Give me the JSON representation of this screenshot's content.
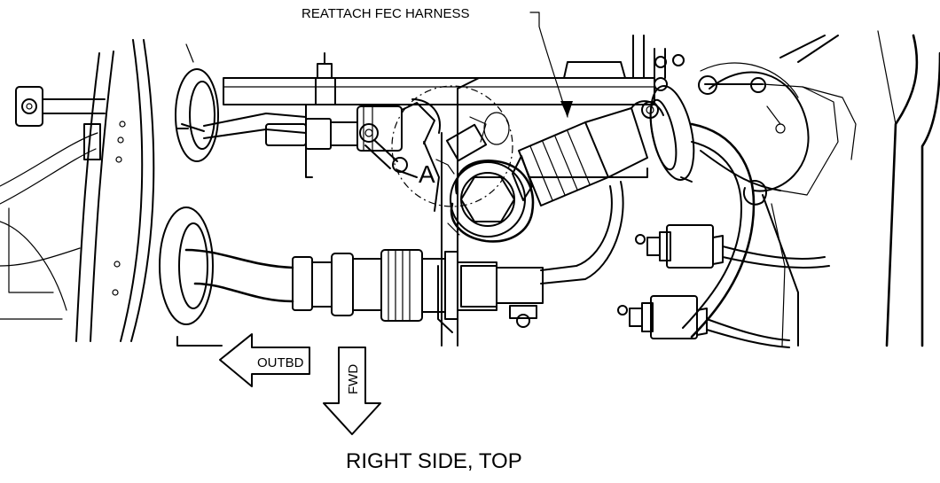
{
  "callout": {
    "text": "REATTACH FEC HARNESS"
  },
  "detail_marker": {
    "text": "A"
  },
  "arrows": {
    "outboard": {
      "text": "OUTBD"
    },
    "forward": {
      "text": "FWD"
    }
  },
  "view_title": {
    "text": "RIGHT SIDE, TOP"
  }
}
